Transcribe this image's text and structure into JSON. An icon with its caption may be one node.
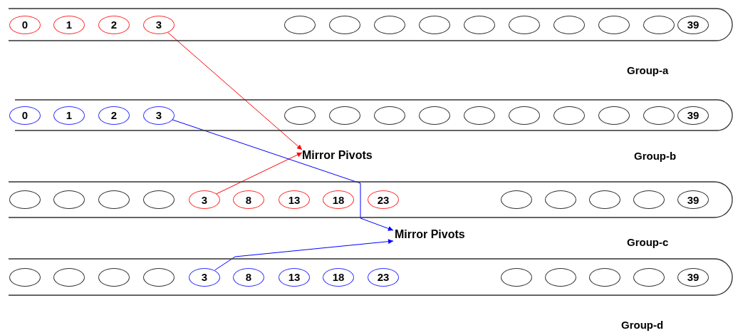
{
  "diagram": {
    "nodes": [
      {
        "text": [],
        "shape": "band",
        "beside": [
          "Group-a"
        ]
      },
      {
        "text": [
          "0"
        ],
        "in": 0
      },
      {
        "text": [
          "1"
        ],
        "in": 0
      },
      {
        "text": [
          "2"
        ],
        "in": 0
      },
      {
        "text": [
          "3"
        ],
        "in": 0
      },
      {
        "text": [],
        "shape": "circle",
        "in": 0
      },
      {
        "text": [],
        "shape": "circle",
        "in": 0
      },
      {
        "text": [],
        "shape": "circle",
        "in": 0
      },
      {
        "text": [],
        "shape": "circle",
        "in": 0
      },
      {
        "text": [],
        "shape": "circle",
        "in": 0
      },
      {
        "text": [],
        "shape": "circle",
        "in": 0
      },
      {
        "text": [],
        "shape": "circle",
        "in": 0
      },
      {
        "text": [],
        "shape": "circle",
        "in": 0
      },
      {
        "text": [],
        "shape": "circle",
        "in": 0
      },
      {
        "text": [
          "39"
        ],
        "in": 0
      },
      {
        "text": [],
        "shape": "band",
        "beside": [
          "Group-b"
        ]
      },
      {
        "text": [
          "0"
        ],
        "in": 15
      },
      {
        "text": [
          "1"
        ],
        "in": 15
      },
      {
        "text": [
          "2"
        ],
        "in": 15
      },
      {
        "text": [
          "3"
        ],
        "in": 15
      },
      {
        "text": [],
        "shape": "circle",
        "in": 15
      },
      {
        "text": [],
        "shape": "circle",
        "in": 15
      },
      {
        "text": [],
        "shape": "circle",
        "in": 15
      },
      {
        "text": [],
        "shape": "circle",
        "in": 15
      },
      {
        "text": [],
        "shape": "circle",
        "in": 15
      },
      {
        "text": [],
        "shape": "circle",
        "in": 15
      },
      {
        "text": [],
        "shape": "circle",
        "in": 15
      },
      {
        "text": [],
        "shape": "circle",
        "in": 15
      },
      {
        "text": [],
        "shape": "circle",
        "in": 15
      },
      {
        "text": [
          "39"
        ],
        "in": 15
      },
      {
        "text": [
          "Mirror Pivots"
        ]
      },
      {
        "text": [],
        "shape": "band",
        "beside": [
          "Group-c"
        ]
      },
      {
        "text": [],
        "shape": "circle",
        "in": 31
      },
      {
        "text": [],
        "shape": "circle",
        "in": 31
      },
      {
        "text": [],
        "shape": "circle",
        "in": 31
      },
      {
        "text": [],
        "shape": "circle",
        "in": 31
      },
      {
        "text": [
          "3"
        ],
        "in": 31
      },
      {
        "text": [
          "8"
        ],
        "in": 31
      },
      {
        "text": [
          "13"
        ],
        "in": 31
      },
      {
        "text": [
          "18"
        ],
        "in": 31
      },
      {
        "text": [
          "23"
        ],
        "in": 31
      },
      {
        "text": [],
        "shape": "circle",
        "in": 31
      },
      {
        "text": [],
        "shape": "circle",
        "in": 31
      },
      {
        "text": [],
        "shape": "circle",
        "in": 31
      },
      {
        "text": [],
        "shape": "circle",
        "in": 31
      },
      {
        "text": [
          "39"
        ],
        "in": 31
      },
      {
        "text": [
          "Mirror Pivots"
        ]
      },
      {
        "text": [],
        "shape": "band",
        "beside": [
          "Group-d"
        ]
      },
      {
        "text": [],
        "shape": "circle",
        "in": 47
      },
      {
        "text": [],
        "shape": "circle",
        "in": 47
      },
      {
        "text": [],
        "shape": "circle",
        "in": 47
      },
      {
        "text": [],
        "shape": "circle",
        "in": 47
      },
      {
        "text": [
          "3"
        ],
        "in": 47
      },
      {
        "text": [
          "8"
        ],
        "in": 47
      },
      {
        "text": [
          "13"
        ],
        "in": 47
      },
      {
        "text": [
          "18"
        ],
        "in": 47
      },
      {
        "text": [
          "23"
        ],
        "in": 47
      },
      {
        "text": [],
        "shape": "circle",
        "in": 47
      },
      {
        "text": [],
        "shape": "circle",
        "in": 47
      },
      {
        "text": [],
        "shape": "circle",
        "in": 47
      },
      {
        "text": [],
        "shape": "circle",
        "in": 47
      },
      {
        "text": [
          "39"
        ],
        "in": 47
      }
    ],
    "edges": [
      {
        "from": 4,
        "to": 30,
        "arrow": "to",
        "color": "#ff0000"
      },
      {
        "from": 36,
        "to": 30,
        "arrow": "to",
        "color": "#ff0000"
      },
      {
        "from": 19,
        "to": 46,
        "arrow": "to",
        "color": "#0000ff"
      },
      {
        "from": 52,
        "to": 46,
        "arrow": "to",
        "color": "#0000ff"
      }
    ]
  }
}
